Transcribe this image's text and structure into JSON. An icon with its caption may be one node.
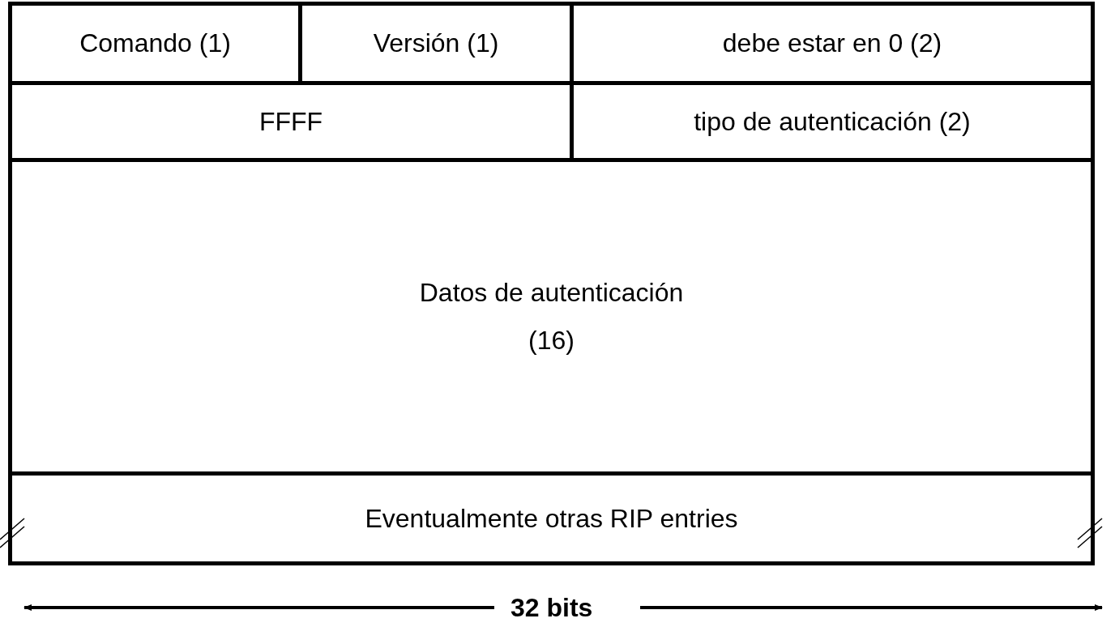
{
  "diagram": {
    "nodes": [
      {
        "text": [
          "Comando (1)"
        ]
      },
      {
        "text": [
          "Versión (1)"
        ]
      },
      {
        "text": [
          "debe estar en 0 (2)"
        ]
      },
      {
        "text": [
          "FFFF"
        ]
      },
      {
        "text": [
          "tipo de autenticación (2)"
        ]
      },
      {
        "text": [
          "Datos de autenticación",
          "(16)"
        ]
      },
      {
        "text": [
          "Eventualmente otras RIP entries"
        ]
      }
    ],
    "edges": [],
    "labels": [
      "32 bits"
    ]
  }
}
